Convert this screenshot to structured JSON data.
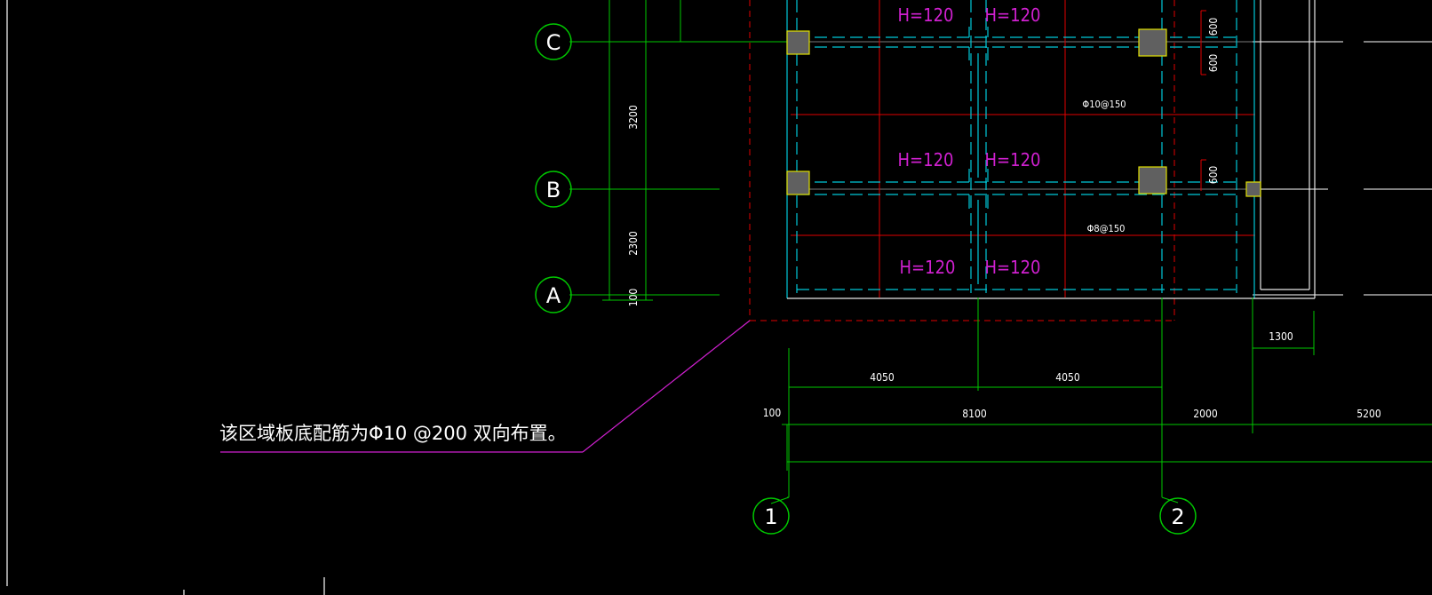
{
  "drawing": {
    "axis_labels": {
      "a": "A",
      "b": "B",
      "c": "C",
      "one": "1",
      "two": "2"
    },
    "slab_thickness_label": "H=120",
    "rebar_labels": {
      "top": "Φ10@150",
      "mid": "Φ8@150"
    },
    "left_dims": {
      "cb": "3200",
      "ba": "2300",
      "a_edge": "100"
    },
    "right_dims": {
      "top1": "600",
      "top2": "600",
      "mid": "600"
    },
    "bottom_dims": {
      "span1": "4050",
      "span2": "4050",
      "edge_100": "100",
      "total": "8100",
      "right_2000": "2000",
      "right_5200": "5200",
      "right_1300": "1300"
    },
    "note": "该区域板底配筋为Φ10 @200 双向布置。",
    "colors": {
      "grid": "#00c800",
      "beam": "#00c8d8",
      "frame": "#e00000",
      "slab_text": "#d020d0",
      "column_fill": "#606060",
      "column_edge": "#e0e000",
      "dim_text": "#ffffff"
    }
  }
}
